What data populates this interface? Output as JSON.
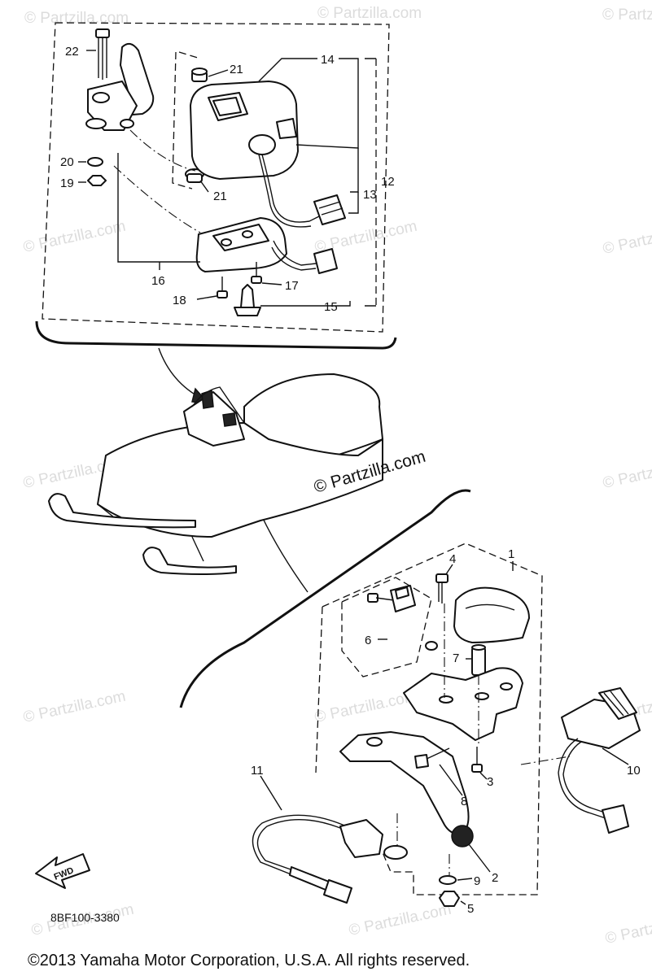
{
  "watermark": "© Partzilla.com",
  "center_watermark": "© Partzilla.com",
  "diagram_code": "8BF100-3380",
  "fwd_label": "FWD",
  "copyright": "©2013 Yamaha Motor Corporation, U.S.A. All rights reserved.",
  "callouts": {
    "c1": "1",
    "c2": "2",
    "c3": "3",
    "c4": "4",
    "c5": "5",
    "c6": "6",
    "c7": "7",
    "c8": "8",
    "c9": "9",
    "c10": "10",
    "c11": "11",
    "c12": "12",
    "c13": "13",
    "c14": "14",
    "c15": "15",
    "c16": "16",
    "c17": "17",
    "c18": "18",
    "c19": "19",
    "c20": "20",
    "c21a": "21",
    "c21b": "21",
    "c22": "22"
  }
}
